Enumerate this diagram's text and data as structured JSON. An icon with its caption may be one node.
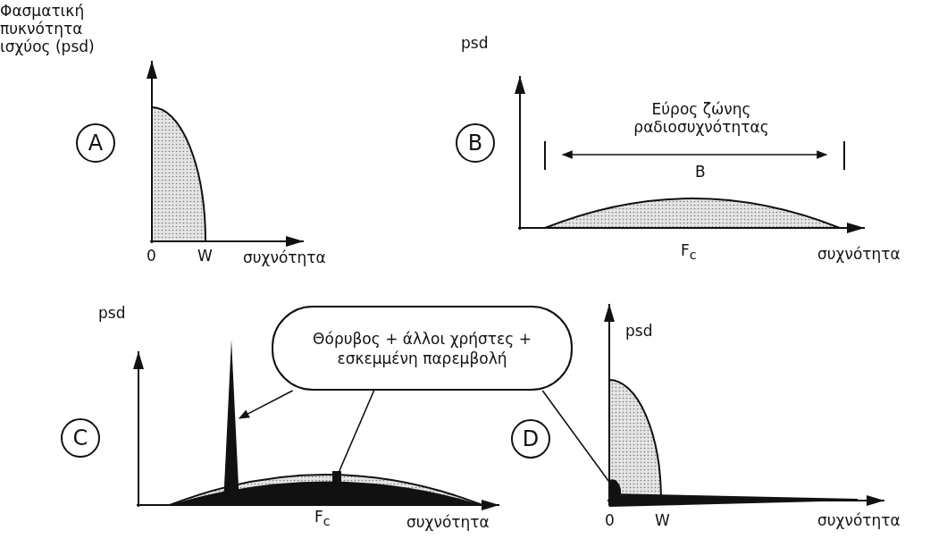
{
  "diagram": {
    "nodes": [
      {
        "text": [
          "A"
        ]
      },
      {
        "text": [
          "B"
        ]
      },
      {
        "text": [
          "Θόρυβος + άλλοι χρήστες + εσκεμμένη παρεμβολή"
        ]
      },
      {
        "text": [
          "C"
        ]
      },
      {
        "text": [
          "D"
        ]
      },
      {
        "text": [],
        "shape": "spike"
      },
      {
        "text": [],
        "shape": "box"
      },
      {
        "text": [],
        "shape": "bump"
      }
    ],
    "edges": [
      {
        "from": 2,
        "to": 5,
        "arrow": "to"
      },
      {
        "from": 2,
        "to": 6,
        "arrow": "none"
      },
      {
        "from": 2,
        "to": 7,
        "arrow": "none"
      }
    ],
    "labels": [
      "Φασματική πυκνότητα ισχύος (psd)",
      "0",
      "W",
      "συχνότητα",
      "psd",
      "Εύρος ζώνης ραδιοσυχνότητας",
      "B",
      "F$_{c}$",
      "συχνότητα",
      "psd",
      "F$_{c}$",
      "συχνότητα",
      "psd",
      "0",
      "W",
      "συχνότητα"
    ]
  }
}
